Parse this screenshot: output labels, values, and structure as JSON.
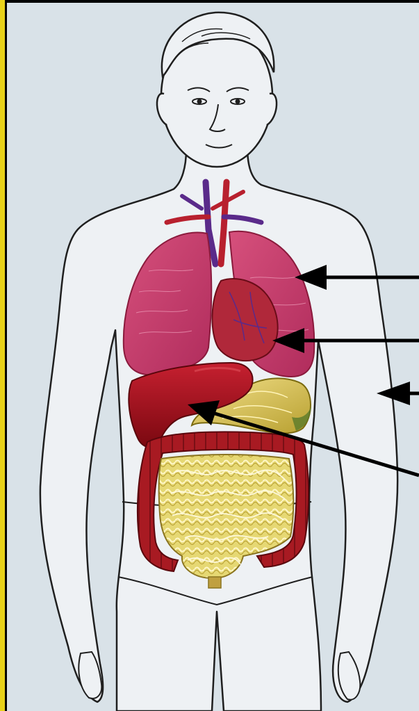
{
  "figure": {
    "frame_color": "#e8d21a",
    "paper_color": "#dfe6ec",
    "outline_color": "#1f1f1f",
    "skin_color": "#eef1f4",
    "organs": [
      {
        "name": "lungs",
        "color": "#c83a6a"
      },
      {
        "name": "heart",
        "color": "#b0283a"
      },
      {
        "name": "liver",
        "color": "#a8141e"
      },
      {
        "name": "stomach",
        "color": "#e6cf5a"
      },
      {
        "name": "large-intestine",
        "color": "#a61820"
      },
      {
        "name": "small-intestine",
        "color": "#e8db7a"
      },
      {
        "name": "blood-vessels",
        "color": "#5a2a8a"
      }
    ],
    "label_arrows": [
      {
        "target": "lungs"
      },
      {
        "target": "heart"
      },
      {
        "target": "stomach"
      },
      {
        "target": "liver"
      }
    ]
  }
}
